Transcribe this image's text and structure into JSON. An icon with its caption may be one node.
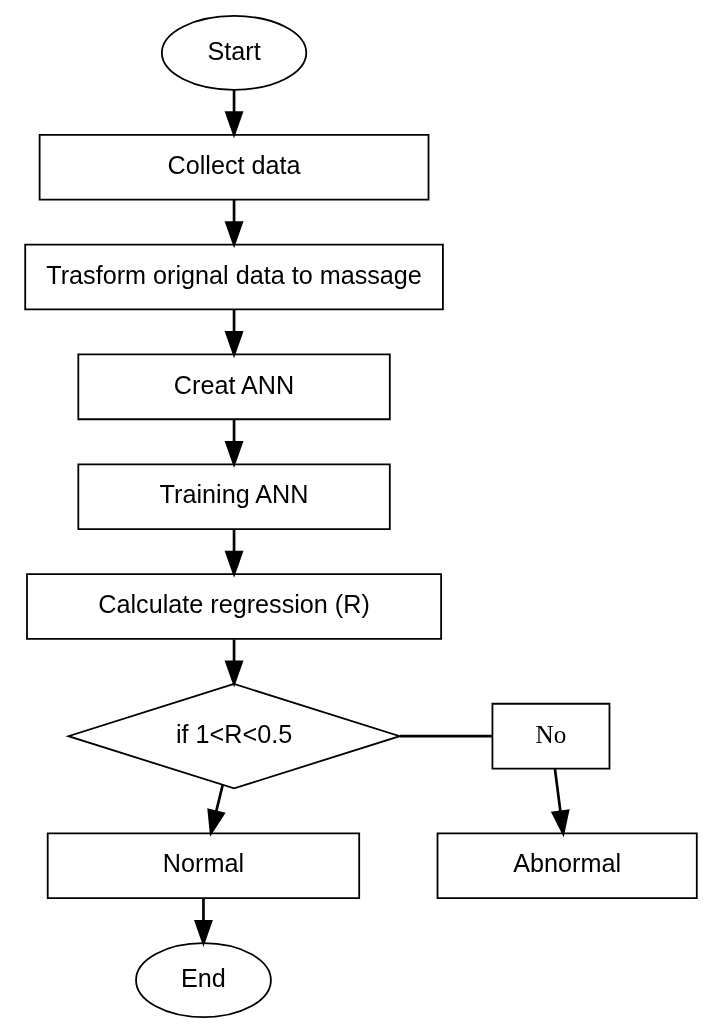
{
  "diagram": {
    "nodes": [
      {
        "text": [
          "Start"
        ]
      },
      {
        "text": [
          "Collect data"
        ]
      },
      {
        "text": [
          "Trasform orignal data to massage"
        ]
      },
      {
        "text": [
          "Creat ANN"
        ]
      },
      {
        "text": [
          "Training ANN"
        ]
      },
      {
        "text": [
          "Calculate regression (R)"
        ]
      },
      {
        "text": [
          "if 1<R<0.5"
        ]
      },
      {
        "text": [
          "No"
        ]
      },
      {
        "text": [
          "Normal"
        ]
      },
      {
        "text": [
          "Abnormal"
        ]
      },
      {
        "text": [
          "End"
        ]
      }
    ],
    "edges": [
      {
        "from": 0,
        "to": 1,
        "arrow": "to"
      },
      {
        "from": 1,
        "to": 2,
        "arrow": "to"
      },
      {
        "from": 2,
        "to": 3,
        "arrow": "to"
      },
      {
        "from": 3,
        "to": 4,
        "arrow": "to"
      },
      {
        "from": 4,
        "to": 5,
        "arrow": "to"
      },
      {
        "from": 5,
        "to": 6,
        "arrow": "to"
      },
      {
        "from": 6,
        "to": 7,
        "arrow": "none"
      },
      {
        "from": 7,
        "to": 9,
        "arrow": "to"
      },
      {
        "from": 6,
        "to": 8,
        "arrow": "to"
      },
      {
        "from": 8,
        "to": 10,
        "arrow": "to"
      }
    ]
  }
}
